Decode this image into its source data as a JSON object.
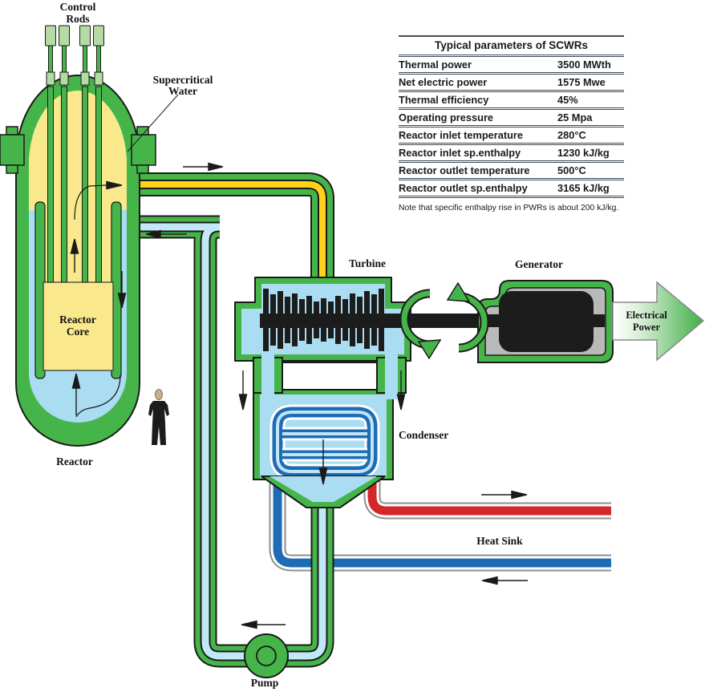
{
  "table": {
    "title": "Typical parameters of SCWRs",
    "rows": [
      {
        "label": "Thermal power",
        "value": "3500 MWth"
      },
      {
        "label": "Net electric power",
        "value": "1575 Mwe"
      },
      {
        "label": "Thermal efficiency",
        "value": "45%"
      },
      {
        "label": "Operating pressure",
        "value": "25 Mpa"
      },
      {
        "label": "Reactor inlet temperature",
        "value": "280°C"
      },
      {
        "label": "Reactor inlet sp.enthalpy",
        "value": "1230 kJ/kg"
      },
      {
        "label": "Reactor outlet temperature",
        "value": "500°C"
      },
      {
        "label": "Reactor outlet sp.enthalpy",
        "value": "3165 kJ/kg"
      }
    ],
    "note": "Note that specific enthalpy rise in PWRs is about 200 kJ/kg."
  },
  "labels": {
    "control_rods": [
      "Control",
      "Rods"
    ],
    "supercritical_water": [
      "Supercritical",
      "Water"
    ],
    "reactor_core": [
      "Reactor",
      "Core"
    ],
    "reactor": "Reactor",
    "turbine": "Turbine",
    "generator": "Generator",
    "electrical_power": [
      "Electrical",
      "Power"
    ],
    "condenser": "Condenser",
    "heat_sink": "Heat Sink",
    "pump": "Pump"
  },
  "colors": {
    "pipe_green": "#46b549",
    "rod_cap_green": "#b4dba4",
    "vessel_yellow": "#f9e98c",
    "steam_yellow": "#ffd21c",
    "water_blue": "#aadcf2",
    "pipe_core_blue": "#c2e8f7",
    "coolant_dark_blue": "#1e6cb5",
    "hot_sink_red": "#d3282a",
    "generator_gray": "#b9b9b9",
    "machine_black": "#1c1c1c"
  }
}
